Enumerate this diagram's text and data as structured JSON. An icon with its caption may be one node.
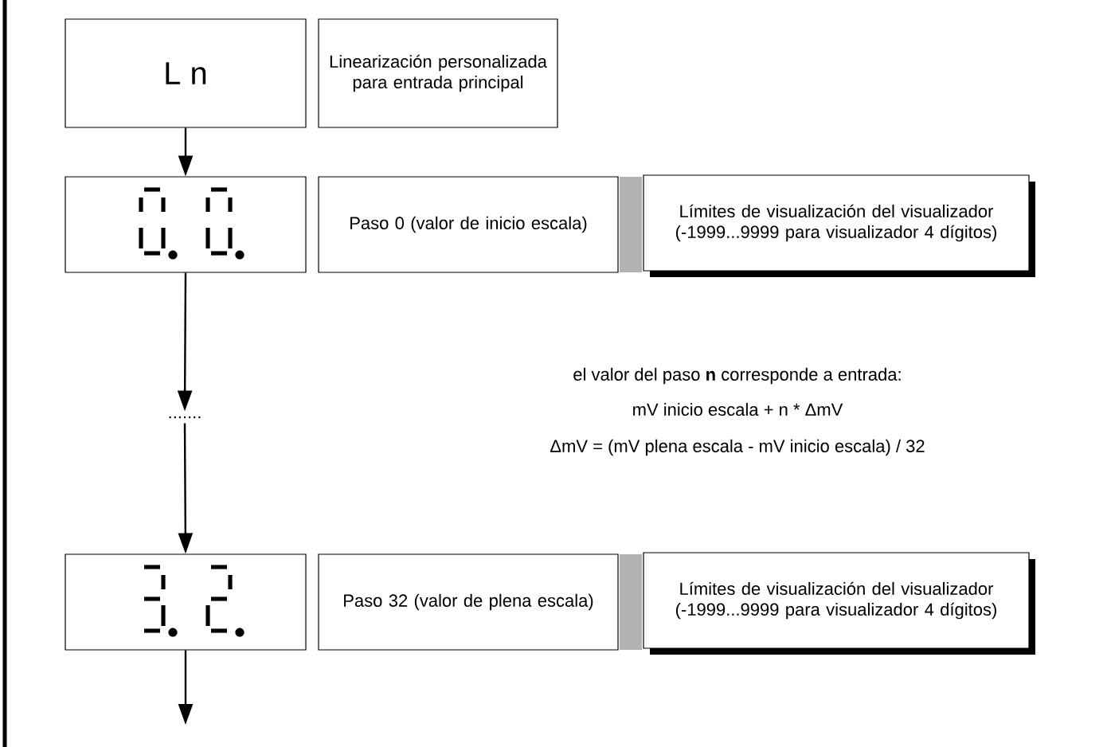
{
  "diagram": {
    "nodes": [
      {
        "text": [
          "L n"
        ]
      },
      {
        "text": [
          "Linearización personalizada para entrada principal"
        ]
      },
      {
        "text": [],
        "shape": "box"
      },
      {
        "text": [
          "Paso 0 (valor de inicio escala)"
        ]
      },
      {
        "text": [
          "Límites de visualización del visualizador (-1999...9999 para visualizador 4 dígitos)"
        ]
      },
      {
        "text": [
          "......."
        ]
      },
      {
        "text": [],
        "shape": "box"
      },
      {
        "text": [
          "Paso 32 (valor de plena escala)"
        ]
      },
      {
        "text": [
          "Límites de visualización del visualizador (-1999...9999 para visualizador 4 dígitos)"
        ]
      }
    ],
    "edges": [
      {
        "from": 0,
        "to": 2,
        "arrow": "to"
      },
      {
        "from": 2,
        "to": 5,
        "arrow": "to"
      },
      {
        "from": 5,
        "to": 6,
        "arrow": "to"
      },
      {
        "from": 6,
        "to": null,
        "arrow": "to"
      }
    ],
    "labels": [
      "el valor del paso **n** corresponde a entrada:",
      "mV inicio escala + n * ΔmV",
      "ΔmV = (mV plena escala - mV inicio escala) / 32"
    ]
  }
}
